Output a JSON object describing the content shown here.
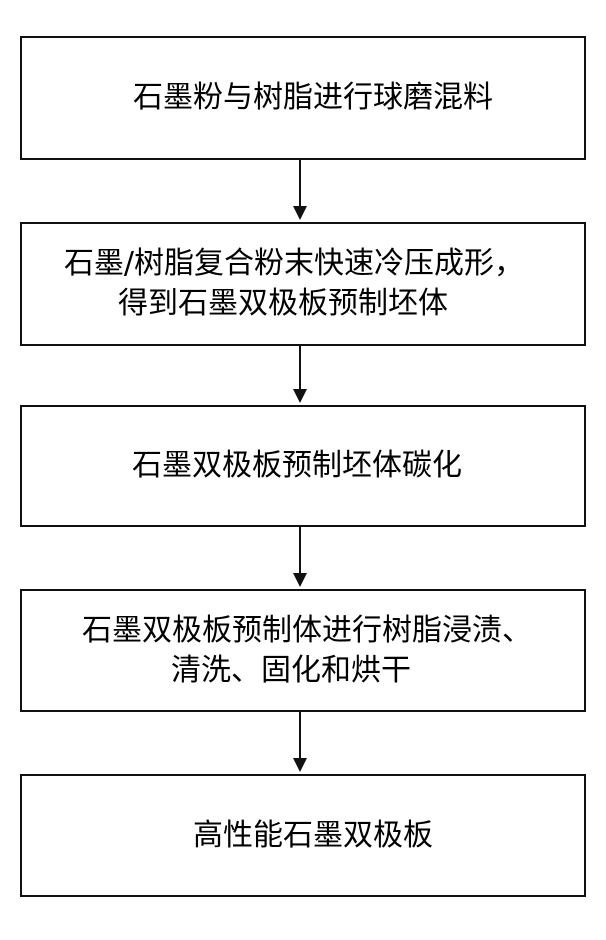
{
  "steps": [
    {
      "lines": [
        "石墨粉与树脂进行球磨混料"
      ]
    },
    {
      "lines": [
        "石墨/树脂复合粉末快速冷压成形，",
        "得到石墨双极板预制坯体"
      ]
    },
    {
      "lines": [
        "石墨双极板预制坯体碳化"
      ]
    },
    {
      "lines": [
        "石墨双极板预制体进行树脂浸渍、",
        "清洗、固化和烘干"
      ]
    },
    {
      "lines": [
        "高性能石墨双极板"
      ]
    }
  ],
  "colors": {
    "border": "#111111",
    "arrow": "#111111",
    "text": "#000000",
    "background": "#ffffff"
  }
}
